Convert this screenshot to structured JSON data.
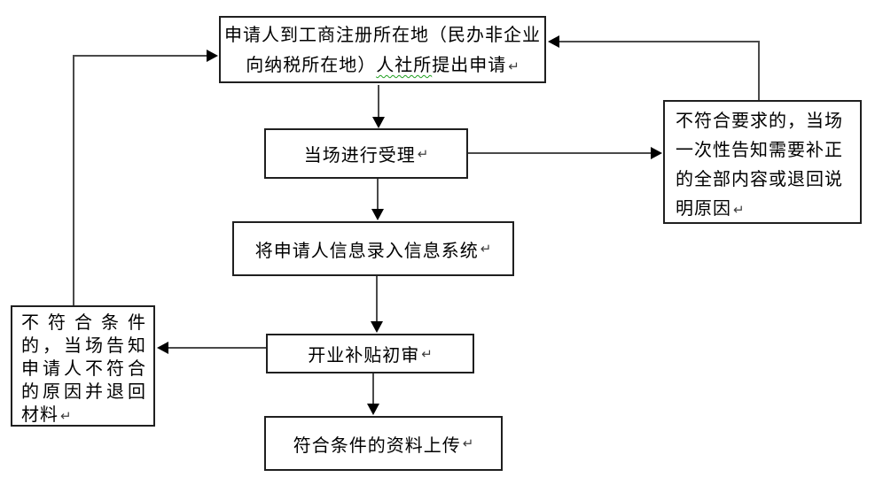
{
  "diagram": {
    "type": "flowchart",
    "colors": {
      "background": "#ffffff",
      "box_border": "#1f1f1f",
      "line": "#4a4a4a",
      "arrowhead": "#000000",
      "text": "#000000",
      "spellcheck_squiggle": "#1e9e1e"
    },
    "nodes": {
      "apply": {
        "line1": "申请人到工商注册所在地（民办非企业",
        "line2_pre": "向纳税所在地）",
        "line2_marked": "人社所",
        "line2_post": "提出申请",
        "mark": "↵"
      },
      "accept": {
        "label": "当场进行受理",
        "mark": "↵"
      },
      "record": {
        "label": "将申请人信息录入信息系统",
        "mark": "↵"
      },
      "review": {
        "label": "开业补贴初审",
        "mark": "↵"
      },
      "upload": {
        "label": "符合条件的资料上传",
        "mark": "↵"
      },
      "reject_right": {
        "lines": [
          "不符合要求的，当场",
          "一次性告知需要补正",
          "的全部内容或退回说",
          "明原因"
        ],
        "mark": "↵"
      },
      "reject_left": {
        "lines": [
          "不符合条件",
          "的，当场告知",
          "申请人不符合",
          "的原因并退回",
          "材料"
        ],
        "mark": "↵"
      }
    }
  }
}
